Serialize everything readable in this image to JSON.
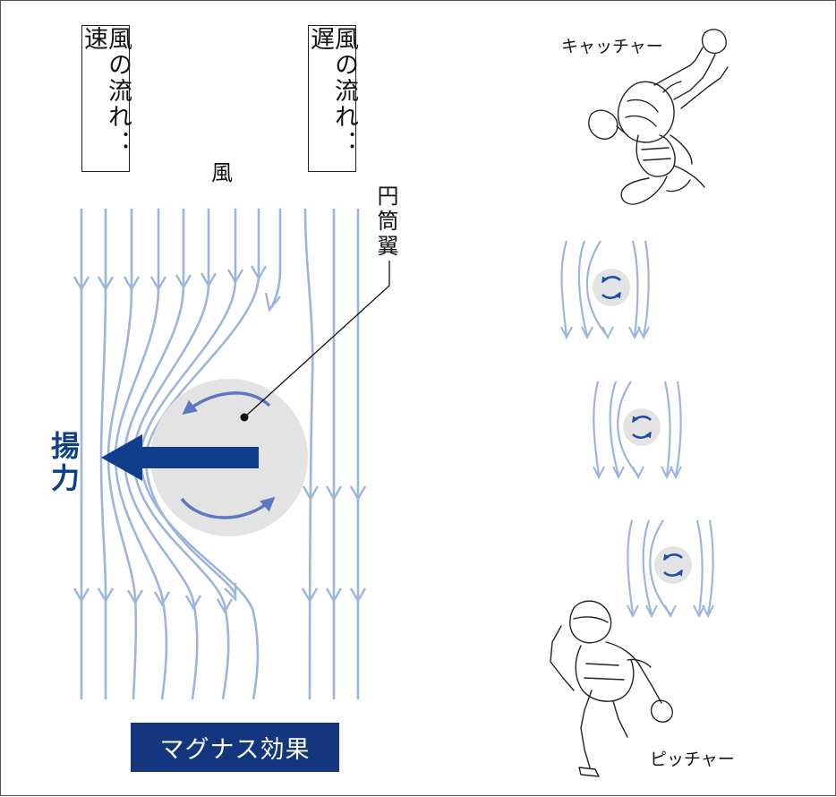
{
  "labels": {
    "flow_fast": "風の流れ：速",
    "flow_slow": "風の流れ：遅",
    "wind": "風",
    "cylinder_wing": "円筒翼",
    "lift": "揚力",
    "magnus_effect": "マグナス効果",
    "catcher": "キャッチャー",
    "pitcher": "ピッチャー"
  },
  "colors": {
    "streamline": "#9cb5dc",
    "rotation_arrow": "#5b78c0",
    "lift_arrow": "#0f3f8c",
    "ball": "#e3e3e3",
    "title_bg": "#13367f"
  },
  "icons": {
    "catcher": "catcher-sketch",
    "pitcher": "pitcher-sketch",
    "ball_spin": "rotation-arrows-icon"
  }
}
